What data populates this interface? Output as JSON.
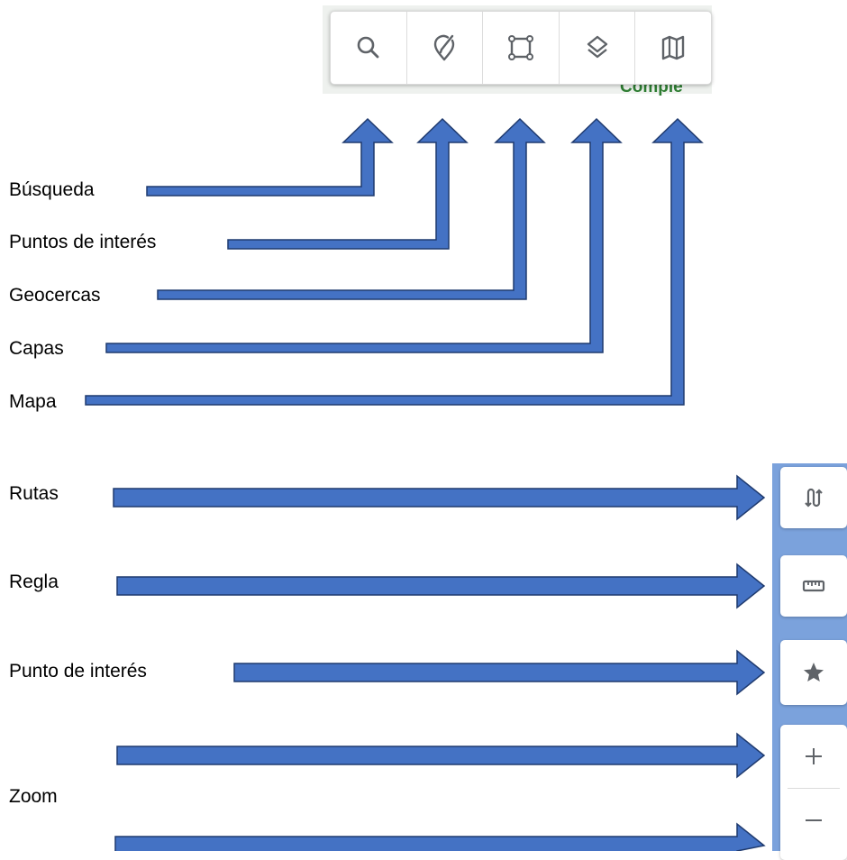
{
  "map": {
    "partial_label": "Comple"
  },
  "toolbar": {
    "buttons": [
      {
        "icon": "search-icon"
      },
      {
        "icon": "point-of-interest-pin-icon"
      },
      {
        "icon": "geofence-square-icon"
      },
      {
        "icon": "layers-icon"
      },
      {
        "icon": "map-icon"
      }
    ]
  },
  "labels": {
    "search": "Búsqueda",
    "points_of_interest": "Puntos de interés",
    "geofences": "Geocercas",
    "layers": "Capas",
    "map": "Mapa",
    "routes": "Rutas",
    "ruler": "Regla",
    "point_of_interest": "Punto de interés",
    "zoom": "Zoom"
  },
  "side_controls": {
    "buttons": [
      {
        "icon": "routes-icon"
      },
      {
        "icon": "ruler-icon"
      },
      {
        "icon": "star-icon"
      }
    ],
    "zoom": [
      {
        "icon": "zoom-in-plus-icon"
      },
      {
        "icon": "zoom-out-minus-icon"
      }
    ]
  },
  "colors": {
    "arrow_fill": "#4472c4",
    "arrow_stroke": "#1f3a6e",
    "icon_gray": "#5f6368",
    "map_label_green": "#2e7d32"
  }
}
